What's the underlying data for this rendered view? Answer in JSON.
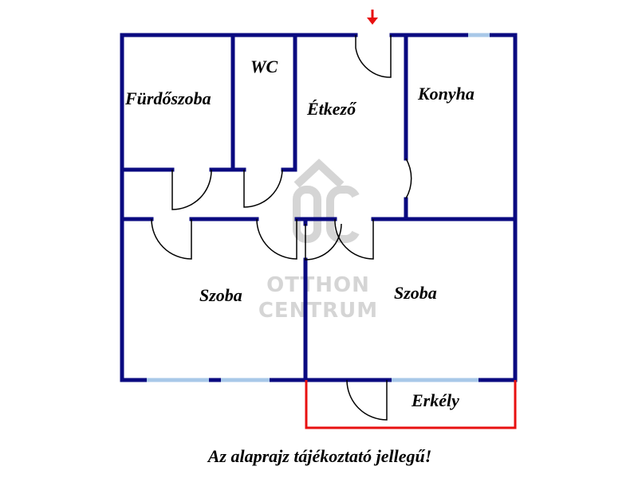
{
  "colors": {
    "wall": "#0a0a80",
    "window": "#a8c8e8",
    "balcony": "#e81010",
    "entrance_arrow": "#e81010",
    "watermark": "#b4b4b4"
  },
  "rooms": {
    "furdoszoba": "Fürdőszoba",
    "wc": "WC",
    "etkezo": "Étkező",
    "konyha": "Konyha",
    "szoba_left": "Szoba",
    "szoba_right": "Szoba",
    "erkely": "Erkély"
  },
  "watermark": {
    "logo": "OC",
    "line1": "OTTHON",
    "line2": "CENTRUM"
  },
  "disclaimer": "Az alaprajz tájékoztató jellegű!",
  "icons": {
    "entrance": "down-arrow-icon"
  }
}
